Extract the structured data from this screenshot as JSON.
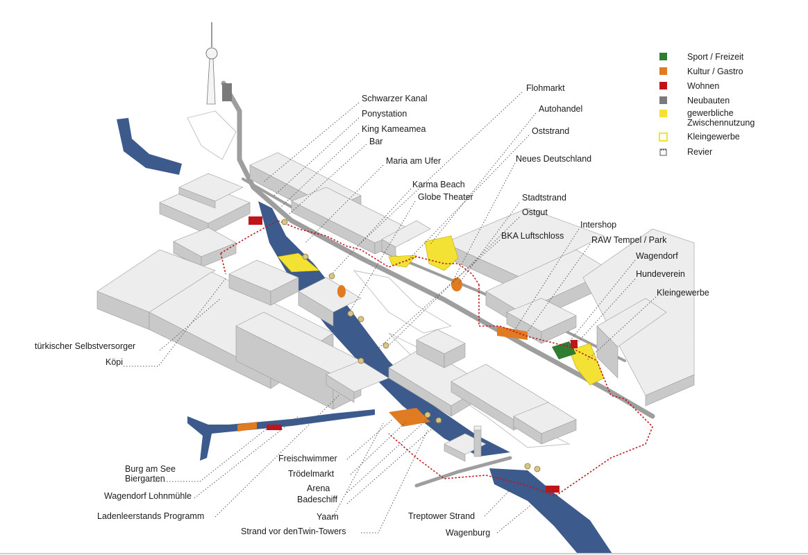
{
  "legend": [
    {
      "label": "Sport / Freizeit",
      "color": "#2e7d32",
      "style": "filled"
    },
    {
      "label": "Kultur / Gastro",
      "color": "#e07b22",
      "style": "filled"
    },
    {
      "label": "Wohnen",
      "color": "#c0141b",
      "style": "filled"
    },
    {
      "label": "Neubauten",
      "color": "#7a7a7a",
      "style": "filled"
    },
    {
      "label": "gewerbliche",
      "label2": "Zwischennutzung",
      "color": "#f3e233",
      "style": "filled"
    },
    {
      "label": "Kleingewerbe",
      "color": "#f3e233",
      "style": "outline"
    },
    {
      "label": "Revier",
      "color": "#c0141b",
      "style": "dashed-outline"
    }
  ],
  "labels": {
    "schwarzer_kanal": "Schwarzer Kanal",
    "ponystation": "Ponystation",
    "king_kameamea": "King Kameamea",
    "bar": "Bar",
    "maria_am_ufer": "Maria am Ufer",
    "karma_beach": "Karma Beach",
    "globe_theater": "Globe Theater",
    "flohmarkt": "Flohmarkt",
    "autohandel": "Autohandel",
    "oststrand": "Oststrand",
    "neues_deutschland": "Neues Deutschland",
    "stadtstrand": "Stadtstrand",
    "ostgut": "Ostgut",
    "bka_luftschloss": "BKA Luftschloss",
    "intershop": "Intershop",
    "raw_tempel": "RAW Tempel / Park",
    "wagendorf": "Wagendorf",
    "hundeverein": "Hundeverein",
    "kleingewerbe": "Kleingewerbe",
    "tuerkischer": "türkischer Selbstversorger",
    "koepi": "Köpi",
    "burg_am_see": "Burg am See",
    "biergarten": "Biergarten",
    "wagendorf_lohnmuehle": "Wagendorf Lohnmühle",
    "ladenleerstands": "Ladenleerstands Programm",
    "freischwimmer": "Freischwimmer",
    "troedelmarkt": "Trödelmarkt",
    "arena": "Arena",
    "badeschiff": "Badeschiff",
    "yaam": "Yaam",
    "strand_twin_towers": "Strand vor denTwin-Towers",
    "treptower_strand": "Treptower Strand",
    "wagenburg": "Wagenburg"
  },
  "colors": {
    "water": "#3d5a8c",
    "building_roof": "#ededed",
    "building_side": "#c9c9c9",
    "rail": "#9e9e9e",
    "revier": "#c0141b"
  }
}
